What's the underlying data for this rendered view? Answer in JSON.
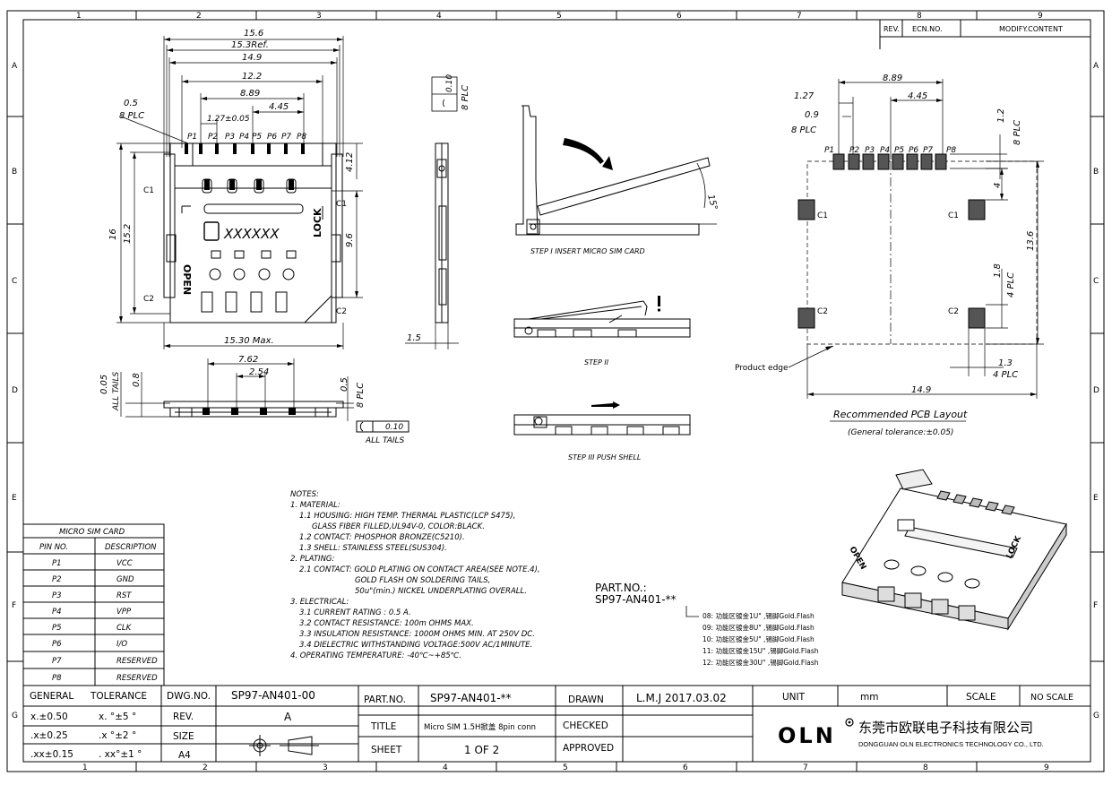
{
  "frame": {
    "columns": [
      "1",
      "2",
      "3",
      "4",
      "5",
      "6",
      "7",
      "8",
      "9"
    ],
    "rows": [
      "A",
      "B",
      "C",
      "D",
      "E",
      "F",
      "G"
    ]
  },
  "rev_table": {
    "rev": "REV.",
    "ecn": "ECN.NO.",
    "modify": "MODIFY.CONTENT"
  },
  "top_view": {
    "dims": [
      "15.6",
      "15.3Ref.",
      "14.9",
      "12.2",
      "8.89",
      "4.45",
      "1.27±0.05",
      "0.5",
      "8 PLC",
      "16",
      "15.2",
      "9.6",
      "4.12",
      "15.30 Max."
    ],
    "pins": [
      "P1",
      "P2",
      "P3",
      "P4",
      "P5",
      "P6",
      "P7",
      "P8"
    ],
    "labels": {
      "c1": "C1",
      "c2": "C2",
      "open": "OPEN",
      "lock": "LOCK",
      "marking": "XXXXXX"
    }
  },
  "side_view": {
    "flatness": "0.10",
    "plc": "8 PLC",
    "dim": "1.5"
  },
  "front_view": {
    "dims": [
      "7.62",
      "2.54",
      "0.05",
      "ALL TAILS",
      "0.8",
      "0.5",
      "8 PLC"
    ],
    "flatness": "0.10",
    "all_tails": "ALL TAILS"
  },
  "steps": [
    "STEP I INSERT MICRO SIM CARD",
    "STEP II",
    "STEP III PUSH SHELL"
  ],
  "step1_angle": "15°",
  "pcb": {
    "dims": [
      "8.89",
      "4.45",
      "1.27",
      "0.9",
      "8 PLC",
      "1.2",
      "8 PLC",
      "4",
      "13.6",
      "1.8",
      "4 PLC",
      "1.3",
      "4 PLC",
      "14.9"
    ],
    "pins": [
      "P1",
      "P2",
      "P3",
      "P4",
      "P5",
      "P6",
      "P7",
      "P8"
    ],
    "pads": [
      "C1",
      "C1",
      "C2",
      "C2"
    ],
    "product_edge": "Product edge",
    "title": "Recommended PCB Layout",
    "tolerance": "(General tolerance:±0.05)"
  },
  "notes": [
    "NOTES:",
    "1. MATERIAL:",
    "1.1 HOUSING: HIGH TEMP. THERMAL PLASTIC(LCP S475),",
    "GLASS FIBER FILLED,UL94V-0, COLOR:BLACK.",
    "1.2 CONTACT: PHOSPHOR BRONZE(C5210).",
    "1.3 SHELL: STAINLESS STEEL(SUS304).",
    "2. PLATING:",
    "2.1 CONTACT: GOLD PLATING ON CONTACT AREA(SEE NOTE.4),",
    "GOLD FLASH ON SOLDERING TAILS,",
    "50u\"(min.) NICKEL UNDERPLATING OVERALL.",
    "3. ELECTRICAL:",
    "3.1 CURRENT RATING : 0.5 A.",
    "3.2 CONTACT RESISTANCE: 100m OHMS MAX.",
    "3.3 INSULATION RESISTANCE: 1000M OHMS MIN. AT 250V DC.",
    "3.4 DIELECTRIC WITHSTANDING VOLTAGE:500V AC/1MINUTE.",
    "4. OPERATING TEMPERATURE: -40℃~+85℃."
  ],
  "part_no": {
    "label": "PART.NO.:",
    "value": "SP97-AN401-**",
    "options": [
      "08: 功能区镀金1U\" ,锡脚Gold.Flash",
      "09: 功能区镀金8U\" ,锡脚Gold.Flash",
      "10: 功能区镀金5U\" ,锡脚Gold.Flash",
      "11: 功能区镀金15U\" ,锡脚Gold.Flash",
      "12: 功能区镀金30U\" ,锡脚Gold.Flash"
    ]
  },
  "pin_table": {
    "title": "MICRO SIM CARD",
    "headers": [
      "PIN NO.",
      "DESCRIPTION"
    ],
    "rows": [
      [
        "P1",
        "VCC"
      ],
      [
        "P2",
        "GND"
      ],
      [
        "P3",
        "RST"
      ],
      [
        "P4",
        "VPP"
      ],
      [
        "P5",
        "CLK"
      ],
      [
        "P6",
        "I/O"
      ],
      [
        "P7",
        "RESERVED"
      ],
      [
        "P8",
        "RESERVED"
      ]
    ]
  },
  "title_block": {
    "general": "GENERAL",
    "tolerance": "TOLERANCE",
    "tol_rows": [
      [
        " x.±0.50",
        " x. °±5 °"
      ],
      [
        " .x±0.25",
        " .x °±2 °"
      ],
      [
        " .xx±0.15",
        " . xx°±1 °"
      ]
    ],
    "dwg_no_label": "DWG.NO.",
    "dwg_no": "SP97-AN401-00",
    "rev_label": "REV.",
    "rev": "A",
    "size_label": "SIZE",
    "size": "A4",
    "part_no_label": "PART.NO.",
    "part_no": "SP97-AN401-**",
    "title_label": "TITLE",
    "title": "Micro SIM 1.5H掀盖 8pin conn",
    "sheet_label": "SHEET",
    "sheet": "1 OF 2",
    "drawn_label": "DRAWN",
    "drawn": "L.M.J 2017.03.02",
    "checked_label": "CHECKED",
    "approved_label": "APPROVED",
    "unit_label": "UNIT",
    "unit": "mm",
    "scale_label": "SCALE",
    "scale": "NO SCALE",
    "logo": "OLN",
    "company_cn": "东莞市欧联电子科技有限公司",
    "company_en": "DONGGUAN OLN ELECTRONICS TECHNOLOGY CO., LTD."
  }
}
